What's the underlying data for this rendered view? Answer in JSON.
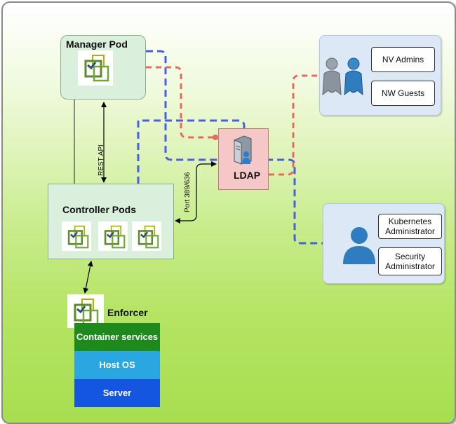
{
  "manager_pod": {
    "title": "Manager Pod"
  },
  "controller_pods": {
    "title": "Controller Pods"
  },
  "ldap": {
    "label": "LDAP"
  },
  "enforcer": {
    "label": "Enforcer"
  },
  "stack": {
    "container_services": "Container services",
    "host_os": "Host OS",
    "server": "Server"
  },
  "links": {
    "rest_api": "REST API",
    "port": "Port 389/636"
  },
  "groups": {
    "nv_admins": "NV Admins",
    "nw_guests": "NW Guests"
  },
  "admins": {
    "kubernetes": "Kubernetes Administrator",
    "security": "Security Administrator"
  },
  "colors": {
    "blue_dash": "#4a5fe0",
    "red_dash": "#e86a5e",
    "stack_green": "#1e8a1e",
    "stack_lightblue": "#2aa7e0",
    "stack_blue": "#1456e0"
  },
  "icons": [
    "neuvector-logo-icon",
    "ldap-server-icon",
    "users-group-icon",
    "admin-user-icon"
  ]
}
